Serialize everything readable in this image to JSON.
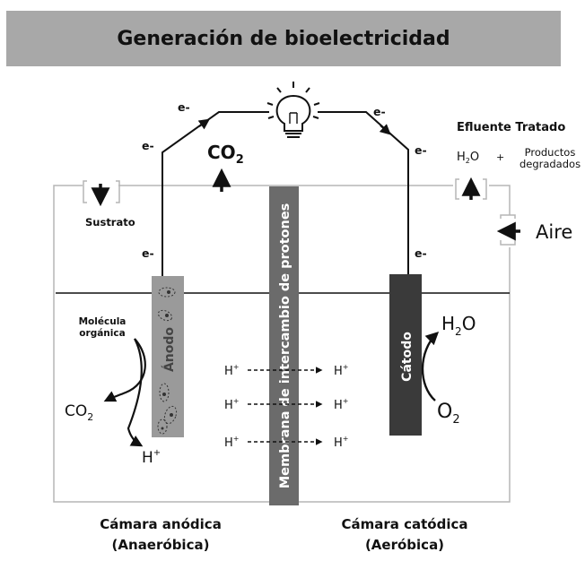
{
  "title": "Generación de bioelectricidad",
  "electron": "e-",
  "co2_main": "CO",
  "co2_main_sub": "2",
  "efluente": "Efluente Tratado",
  "h2o_top": "H",
  "h2o_top_sub": "2",
  "h2o_top_end": "O",
  "plus": "+",
  "productos_1": "Productos",
  "productos_2": "degradados",
  "sustrato": "Sustrato",
  "aire": "Aire",
  "membrana": "Membrana de intercambio de protones",
  "anodo": "Ánodo",
  "catodo": "Cátodo",
  "molecula_1": "Molécula",
  "molecula_2": "orgánica",
  "co2_left": "CO",
  "co2_left_sub": "2",
  "h_plus": "H",
  "plus_sup": "+",
  "h2o_right": "H",
  "h2o_right_sub": "2",
  "h2o_right_end": "O",
  "o2": "O",
  "o2_sub": "2",
  "camara_anodica_1": "Cámara anódica",
  "camara_anodica_2": "(Anaeróbica)",
  "camara_catodica_1": "Cámara catódica",
  "camara_catodica_2": "(Aeróbica)",
  "colors": {
    "title_bg": "#a8a8a8",
    "anode": "#9a9a9a",
    "cathode": "#3a3a3a",
    "membrane": "#6b6b6b",
    "frame": "#b5b5b5"
  }
}
